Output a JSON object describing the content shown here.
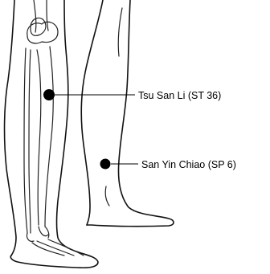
{
  "diagram": {
    "points": [
      {
        "id": "st36",
        "label": "Tsu San Li (ST 36)"
      },
      {
        "id": "sp6",
        "label": "San Yin Chiao (SP 6)"
      }
    ],
    "colors": {
      "line": "#111111",
      "point": "#000000",
      "background": "#ffffff"
    }
  }
}
